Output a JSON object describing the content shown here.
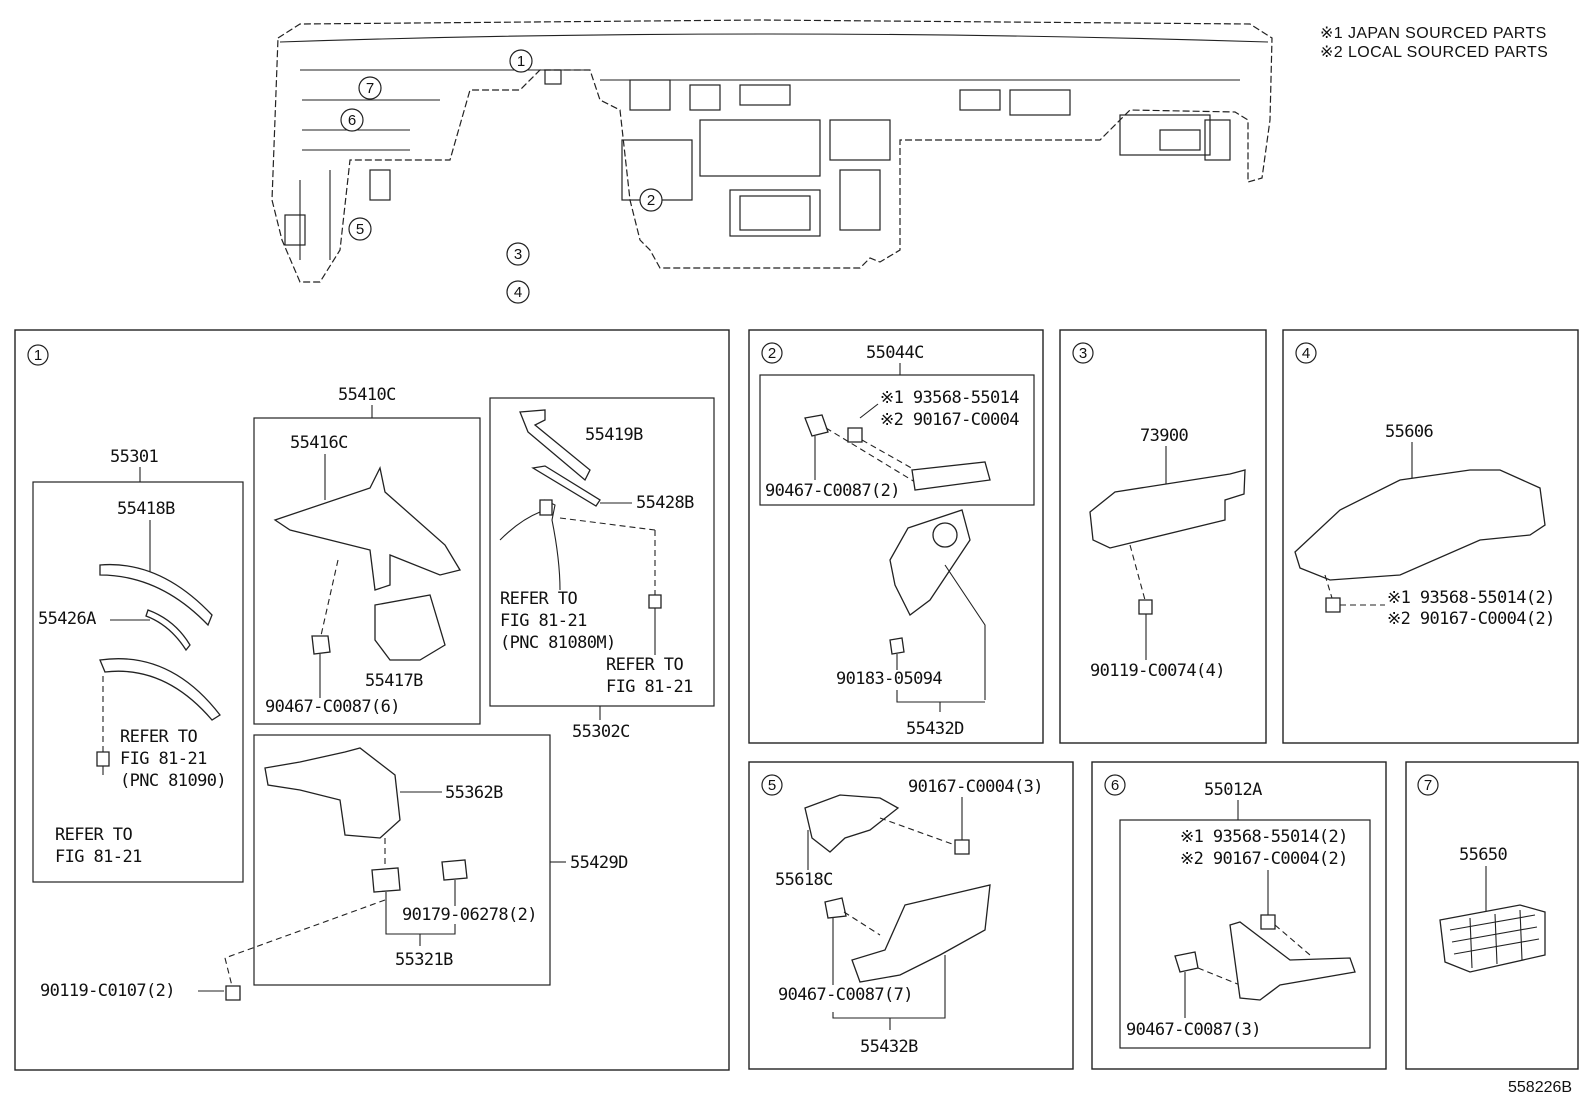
{
  "legend": {
    "note1": "※1 JAPAN SOURCED PARTS",
    "note2": "※2 LOCAL SOURCED PARTS"
  },
  "figure_id": "558226B",
  "overview_callouts": [
    "1",
    "2",
    "3",
    "4",
    "5",
    "6",
    "7"
  ],
  "panels": {
    "p1": {
      "id": "1",
      "sub_55301": {
        "title": "55301",
        "parts": [
          "55418B",
          "55426A"
        ],
        "refer_a": [
          "REFER TO",
          "FIG 81-21",
          "(PNC 81090)"
        ],
        "refer_b": [
          "REFER TO",
          "FIG 81-21"
        ]
      },
      "sub_55410c": {
        "title": "55410C",
        "parts": [
          "55416C",
          "55417B",
          "90467-C0087(6)"
        ]
      },
      "sub_55302c": {
        "title": "55302C",
        "parts": [
          "55419B",
          "55428B"
        ],
        "refer_a": [
          "REFER TO",
          "FIG 81-21",
          "(PNC 81080M)"
        ],
        "refer_b": [
          "REFER TO",
          "FIG 81-21"
        ]
      },
      "sub_55429d": {
        "title": "55429D",
        "parts": [
          "55362B",
          "90179-06278(2)",
          "55321B"
        ]
      },
      "bolt": "90119-C0107(2)"
    },
    "p2": {
      "id": "2",
      "title": "55044C",
      "fastener1": "※1 93568-55014",
      "fastener2": "※2 90167-C0004",
      "clip": "90467-C0087(2)",
      "part_a": "90183-05094",
      "part_b": "55432D"
    },
    "p3": {
      "id": "3",
      "title": "73900",
      "bolt": "90119-C0074(4)"
    },
    "p4": {
      "id": "4",
      "title": "55606",
      "fastener1": "※1 93568-55014(2)",
      "fastener2": "※2 90167-C0004(2)"
    },
    "p5": {
      "id": "5",
      "bolt": "90167-C0004(3)",
      "part_a": "55618C",
      "clip": "90467-C0087(7)",
      "part_b": "55432B"
    },
    "p6": {
      "id": "6",
      "title": "55012A",
      "fastener1": "※1 93568-55014(2)",
      "fastener2": "※2 90167-C0004(2)",
      "clip": "90467-C0087(3)"
    },
    "p7": {
      "id": "7",
      "title": "55650"
    }
  }
}
